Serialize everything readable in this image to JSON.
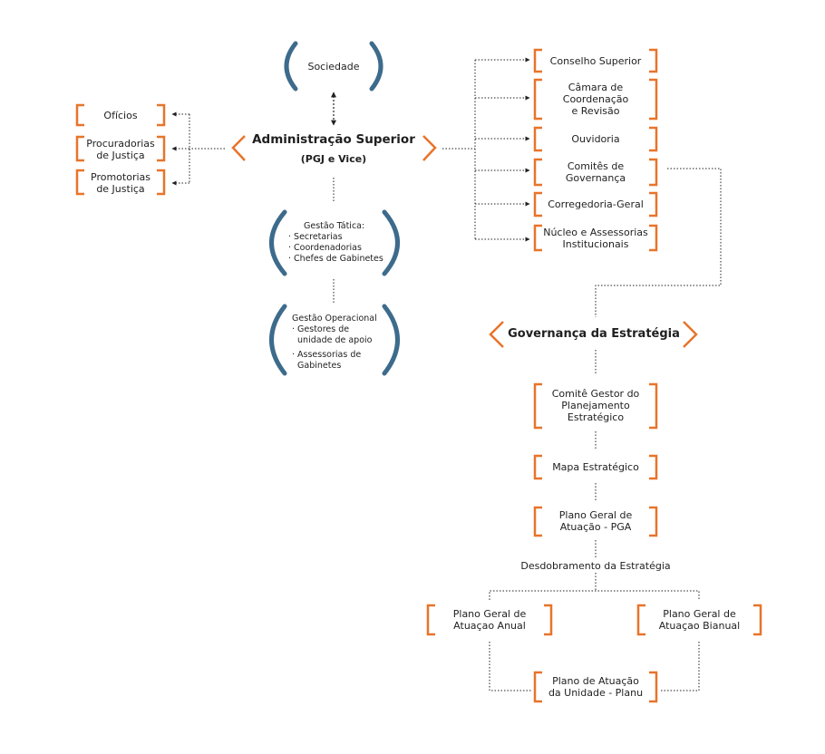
{
  "colors": {
    "orange": "#e8742a",
    "blue": "#3d6b8c",
    "line": "#555555"
  },
  "top": {
    "society": "Sociedade",
    "admin_title": "Administração Superior",
    "admin_sub": "(PGJ e Vice)"
  },
  "left": {
    "oficios": "Ofícios",
    "procuradorias": "Procuradorias\nde Justiça",
    "promotorias": "Promotorias\nde Justiça"
  },
  "tactical": {
    "title": "Gestão Tática:",
    "items": [
      "· Secretarias",
      "· Coordenadorias",
      "· Chefes de Gabinetes"
    ]
  },
  "operational": {
    "title": "Gestão Operacional",
    "item1": "· Gestores de\n  unidade de apoio",
    "item2": "· Assessorias de\n  Gabinetes"
  },
  "right": {
    "conselho": "Conselho Superior",
    "camara": "Câmara de\nCoordenação\ne Revisão",
    "ouvidoria": "Ouvidoria",
    "comites": "Comitês de\nGovernança",
    "corregedoria": "Corregedoria-Geral",
    "nucleo": "Núcleo e Assessorias\nInstitucionais"
  },
  "governance": {
    "title": "Governança da Estratégia",
    "comite_gestor": "Comitê Gestor do\nPlanejamento\nEstratégico",
    "mapa": "Mapa Estratégico",
    "pga": "Plano Geral de\nAtuação - PGA",
    "desdobramento": "Desdobramento da Estratégia",
    "anual": "Plano Geral de\nAtuaçao Anual",
    "bianual": "Plano Geral de\nAtuaçao Bianual",
    "planu": "Plano de Atuação\nda Unidade - Planu"
  }
}
